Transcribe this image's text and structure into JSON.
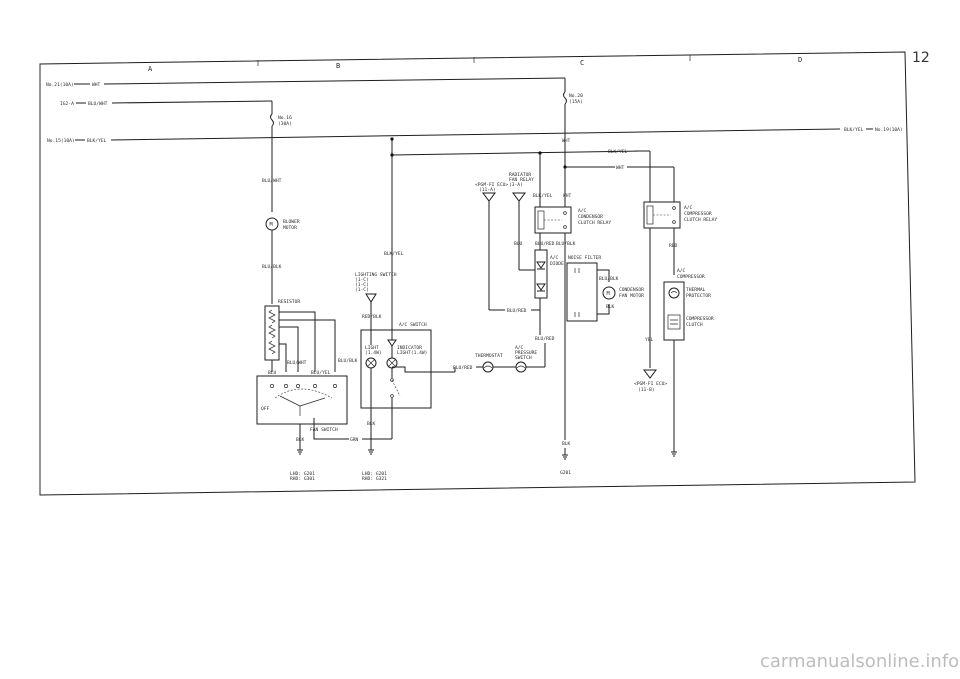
{
  "page_number": "12",
  "watermark": "carmanualsonline.info",
  "columns": [
    "A",
    "B",
    "C",
    "D"
  ],
  "fuses": {
    "left_top": "No.21(10A)",
    "left_mid": "IG2-A",
    "left_low": "No.15(10A)",
    "fuse16": [
      "No.16",
      "(30A)"
    ],
    "fuse20": [
      "No.20",
      "(15A)"
    ],
    "right": "No.19(10A)"
  },
  "wires": {
    "wht": "WHT",
    "blu_wht": "BLU/WHT",
    "blk_yel": "BLK/YEL",
    "blu_blk": "BLU/BLK",
    "red_blk": "RED/BLK",
    "blu": "BLU",
    "blu_red": "BLU/RED",
    "blk": "BLK",
    "red": "RED",
    "yel": "YEL",
    "grn": "GRN",
    "blu_yel": "BLU/YEL"
  },
  "components": {
    "blower_motor": [
      "BLOWER",
      "MOTOR"
    ],
    "motor_symbol": "M",
    "resistor": "RESISTOR",
    "off": "OFF",
    "fan_switch": "FAN SWITCH",
    "lighting_switch": [
      "LIGHTING SWITCH",
      "(1-C)",
      "(1-C)",
      "(1-C)"
    ],
    "ac_switch": "A/C SWITCH",
    "light": [
      "LIGHT",
      "(1.4W)"
    ],
    "indicator": [
      "INDICATOR",
      "LIGHT(1.4W)"
    ],
    "pgm_fi_ecu_top": [
      "<PGM-FI ECU>",
      "(11-A)"
    ],
    "radiator_fan_relay": [
      "RADIATOR",
      "FAN RELAY",
      "(3-A)"
    ],
    "condenser_relay": [
      "A/C",
      "CONDENSOR",
      "CLUTCH RELAY"
    ],
    "ac_diode": [
      "A/C",
      "DIODE"
    ],
    "noise_filter": "NOISE FILTER",
    "condenser_motor": [
      "CONDENSOR",
      "FAN MOTOR"
    ],
    "thermostat": "THERMOSTAT",
    "pressure_switch": [
      "A/C",
      "PRESSURE",
      "SWITCH"
    ],
    "compressor_relay": [
      "A/C",
      "COMPRESSOR",
      "CLUTCH RELAY"
    ],
    "ac_compressor": [
      "A/C",
      "COMPRESSOR"
    ],
    "thermal_protector": [
      "THERMAL",
      "PROTECTOR"
    ],
    "compressor_clutch": [
      "COMPRESSOR",
      "CLUTCH"
    ],
    "pgm_fi_ecu_bottom": [
      "<PGM-FI ECU>",
      "(11-B)"
    ]
  },
  "grounds": {
    "g1": [
      "LHD: G201",
      "RHD: G301"
    ],
    "g2": [
      "LHD: G201",
      "RHD: G321"
    ],
    "g3": "G201"
  },
  "colors": {
    "line": "#1e1e1e",
    "text": "#2a2a2a",
    "background": "#ffffff"
  }
}
